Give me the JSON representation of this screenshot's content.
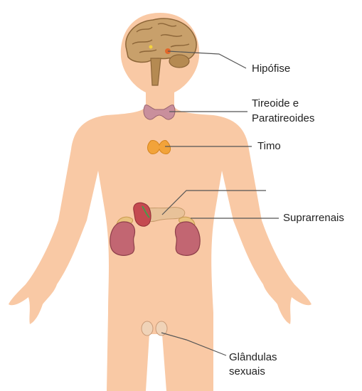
{
  "labels": {
    "hipofise": "Hipófise",
    "tireoide_line1": "Tireoide e",
    "tireoide_line2": "Paratireoides",
    "timo": "Timo",
    "pancreas": "",
    "suprarrenais": "Suprarrenais",
    "gonadas_line1": "Glândulas",
    "gonadas_line2": "sexuais"
  },
  "colors": {
    "skin": "#f9c9a5",
    "brain": "#c8a06b",
    "brain_dark": "#8c6538",
    "thyroid": "#c98f9c",
    "thymus": "#f2a33a",
    "kidney": "#c26672",
    "adrenal": "#e9c27e",
    "pancreas": "#e8c299",
    "leader_line": "#555555",
    "label_text": "#222222"
  }
}
